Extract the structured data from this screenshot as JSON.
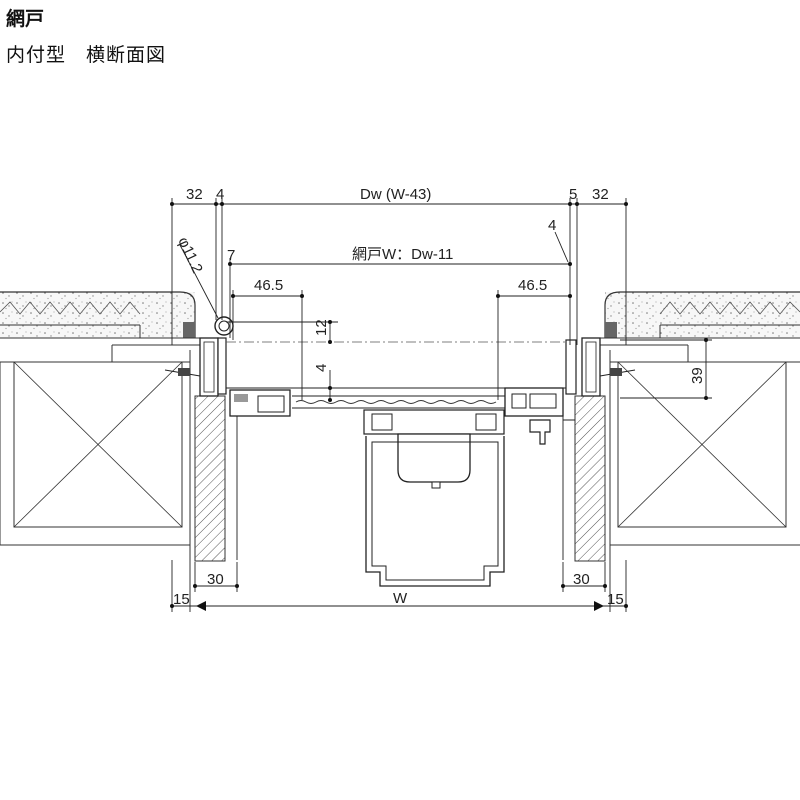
{
  "title": "網戸",
  "subtitle": "内付型　横断面図",
  "dimensions": {
    "top_left_32": "32",
    "top_left_4": "4",
    "dw_label": "Dw (W-43)",
    "top_right_5": "5",
    "top_right_32": "32",
    "right_4": "4",
    "phi_label": "φ11.2",
    "left_7": "7",
    "screen_width_label": "網戸W：Dw-11",
    "left_46_5": "46.5",
    "right_46_5": "46.5",
    "dim_12": "12",
    "dim_4_mid": "4",
    "dim_39": "39",
    "bottom_left_30": "30",
    "bottom_right_30": "30",
    "bottom_left_15": "15",
    "w_label": "W",
    "bottom_right_15": "15"
  }
}
